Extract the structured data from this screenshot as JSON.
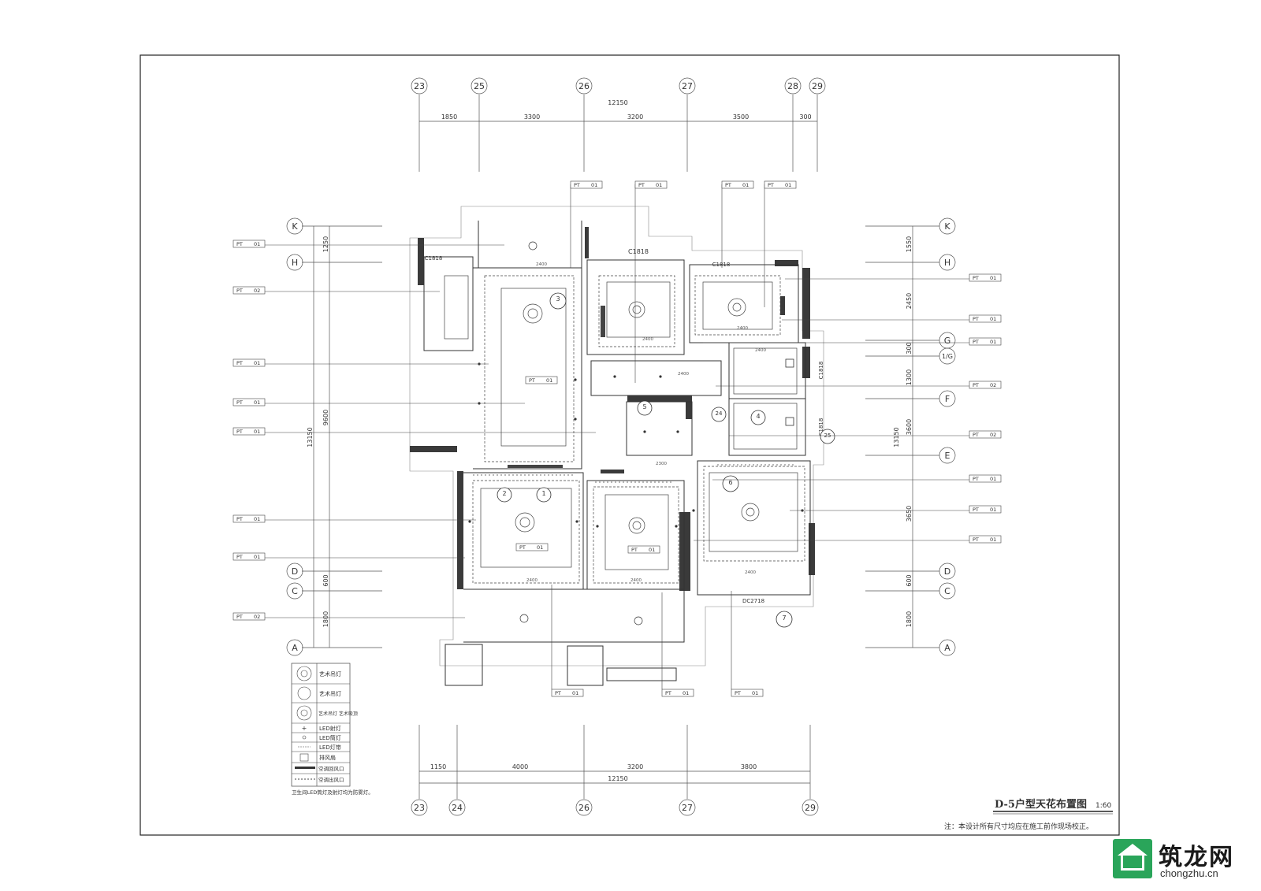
{
  "drawing": {
    "title": "D-5户型天花布置图",
    "scale": "1:60",
    "note": "注：本设计所有尺寸均应在施工前作现场校正。"
  },
  "grid": {
    "top_columns": [
      "23",
      "25",
      "26",
      "27",
      "28",
      "29"
    ],
    "bottom_columns": [
      "23",
      "24",
      "26",
      "27",
      "29"
    ],
    "left_rows": [
      "K",
      "H",
      "D",
      "C",
      "A"
    ],
    "right_rows": [
      "K",
      "H",
      "G",
      "1/G",
      "F",
      "E",
      "D",
      "C",
      "A"
    ]
  },
  "dimensions": {
    "top_total": "12150",
    "top_segments": [
      "1850",
      "3300",
      "3200",
      "3500",
      "300"
    ],
    "bottom_total": "12150",
    "bottom_segments": [
      "1150",
      "4000",
      "3200",
      "3800"
    ],
    "left_total": "13150",
    "left_segments": [
      "1250",
      "9600",
      "600",
      "1800"
    ],
    "right_segments": [
      "1550",
      "2450",
      "300",
      "1300",
      "3600",
      "3650",
      "600",
      "1800"
    ],
    "right_total": "13150"
  },
  "rooms": {
    "room_codes": [
      "C1818",
      "C1818",
      "C1818",
      "C1818",
      "C1818",
      "DC2718"
    ],
    "ceiling_heights": [
      "2400",
      "2400",
      "2400",
      "2400",
      "2400",
      "2300",
      "2400",
      "2400",
      "2400"
    ]
  },
  "callouts": [
    "3",
    "5",
    "24",
    "25",
    "2",
    "1",
    "4",
    "6",
    "7"
  ],
  "material_tags": {
    "prefix": "PT",
    "codes": [
      "01",
      "02",
      "01",
      "01",
      "01",
      "01",
      "01",
      "01",
      "02",
      "01",
      "01",
      "01",
      "01",
      "02",
      "02",
      "01",
      "01",
      "01",
      "01",
      "01",
      "01",
      "01"
    ]
  },
  "legend": {
    "items": [
      {
        "symbol": "chandelier",
        "label": "艺术吊灯"
      },
      {
        "symbol": "pendant",
        "label": "艺术吊灯"
      },
      {
        "symbol": "ceiling-lamp",
        "label": "艺术吊灯 艺术吸顶"
      },
      {
        "symbol": "led-spot",
        "label": "LED射灯"
      },
      {
        "symbol": "led-downlight",
        "label": "LED筒灯"
      },
      {
        "symbol": "led-strip",
        "label": "LED灯带"
      },
      {
        "symbol": "exhaust-fan",
        "label": "排风扇"
      },
      {
        "symbol": "ac-return",
        "label": "空调回风口"
      },
      {
        "symbol": "ac-supply",
        "label": "空调出风口"
      }
    ],
    "footnote": "卫生间LED筒灯及射灯均为防雾灯。"
  },
  "brand": {
    "name": "筑龙网",
    "url": "chongzhu.cn",
    "color": "#2aa55a"
  }
}
